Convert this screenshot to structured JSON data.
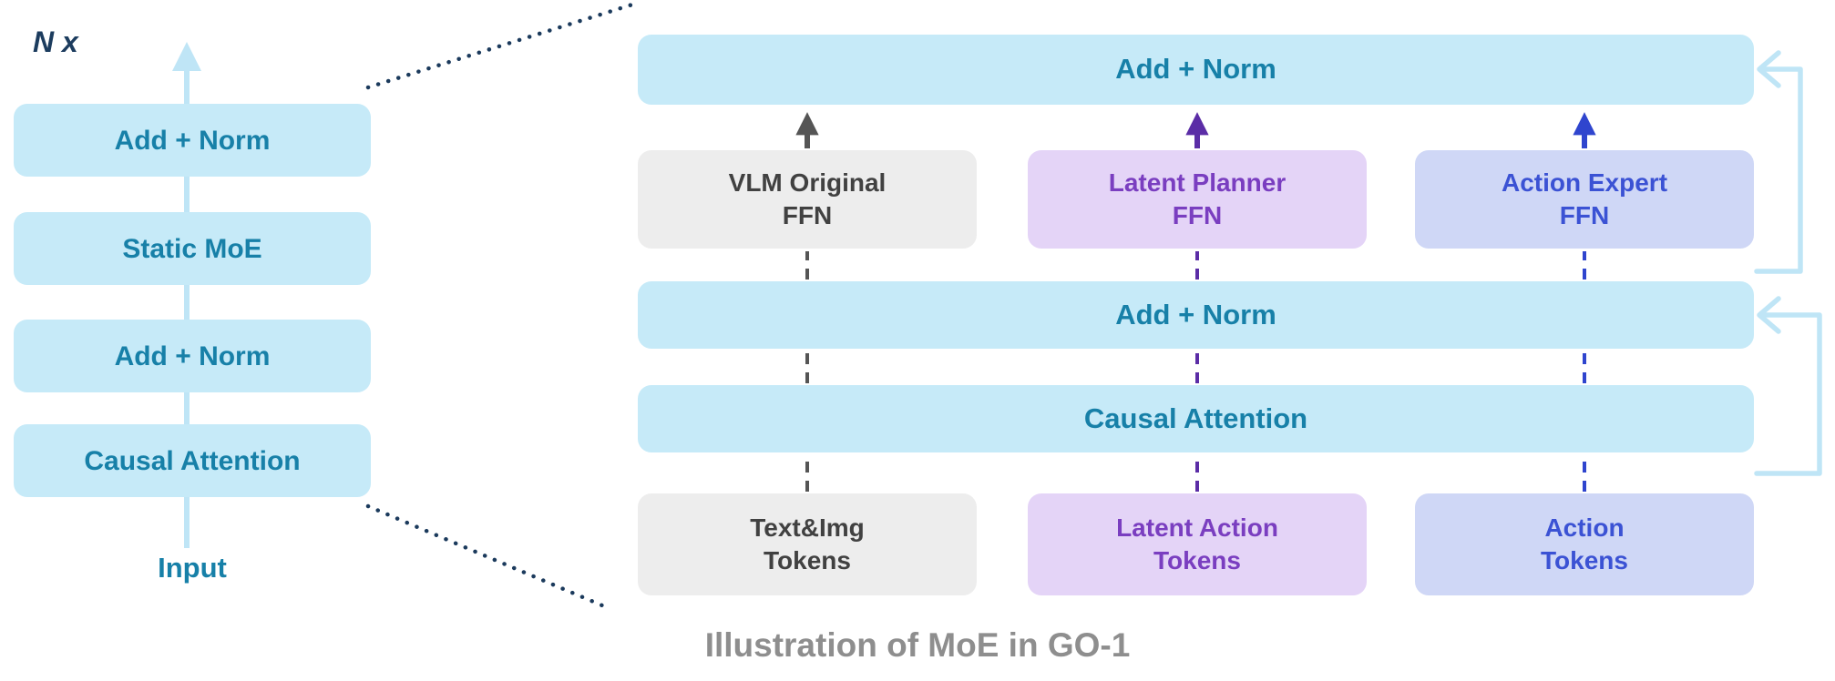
{
  "caption": "Illustration of MoE in GO-1",
  "left_stack": {
    "repeat_label": "N x",
    "input_label": "Input",
    "blocks": [
      {
        "label": "Add + Norm"
      },
      {
        "label": "Static MoE"
      },
      {
        "label": "Add + Norm"
      },
      {
        "label": "Causal Attention"
      }
    ]
  },
  "right_diagram": {
    "top_bar_label": "Add + Norm",
    "mid_bar_label": "Add + Norm",
    "attention_bar_label": "Causal Attention",
    "experts": [
      {
        "line1": "VLM Original",
        "line2": "FFN",
        "theme": "gray"
      },
      {
        "line1": "Latent Planner",
        "line2": "FFN",
        "theme": "purple"
      },
      {
        "line1": "Action Expert",
        "line2": "FFN",
        "theme": "blue"
      }
    ],
    "tokens": [
      {
        "line1": "Text&Img",
        "line2": "Tokens",
        "theme": "gray"
      },
      {
        "line1": "Latent Action",
        "line2": "Tokens",
        "theme": "purple"
      },
      {
        "line1": "Action",
        "line2": "Tokens",
        "theme": "blue"
      }
    ]
  },
  "colors": {
    "lightblue_bg": "#C6EAF8",
    "teal_text": "#1780A8",
    "navy_text": "#1C3C5E",
    "gray_bg": "#EDEDED",
    "gray_text": "#414141",
    "purple_bg": "#E4D4F7",
    "purple_text": "#7A3EC0",
    "blue_bg": "#CFD7F6",
    "blue_text": "#3B52D4",
    "arrow_gray": "#555555",
    "arrow_purple": "#5B2DA6",
    "arrow_blue": "#2F45CE",
    "skip_line": "#BFE5F6",
    "dotted_line": "#1B3A5C",
    "caption_text": "#8E8E8E"
  }
}
